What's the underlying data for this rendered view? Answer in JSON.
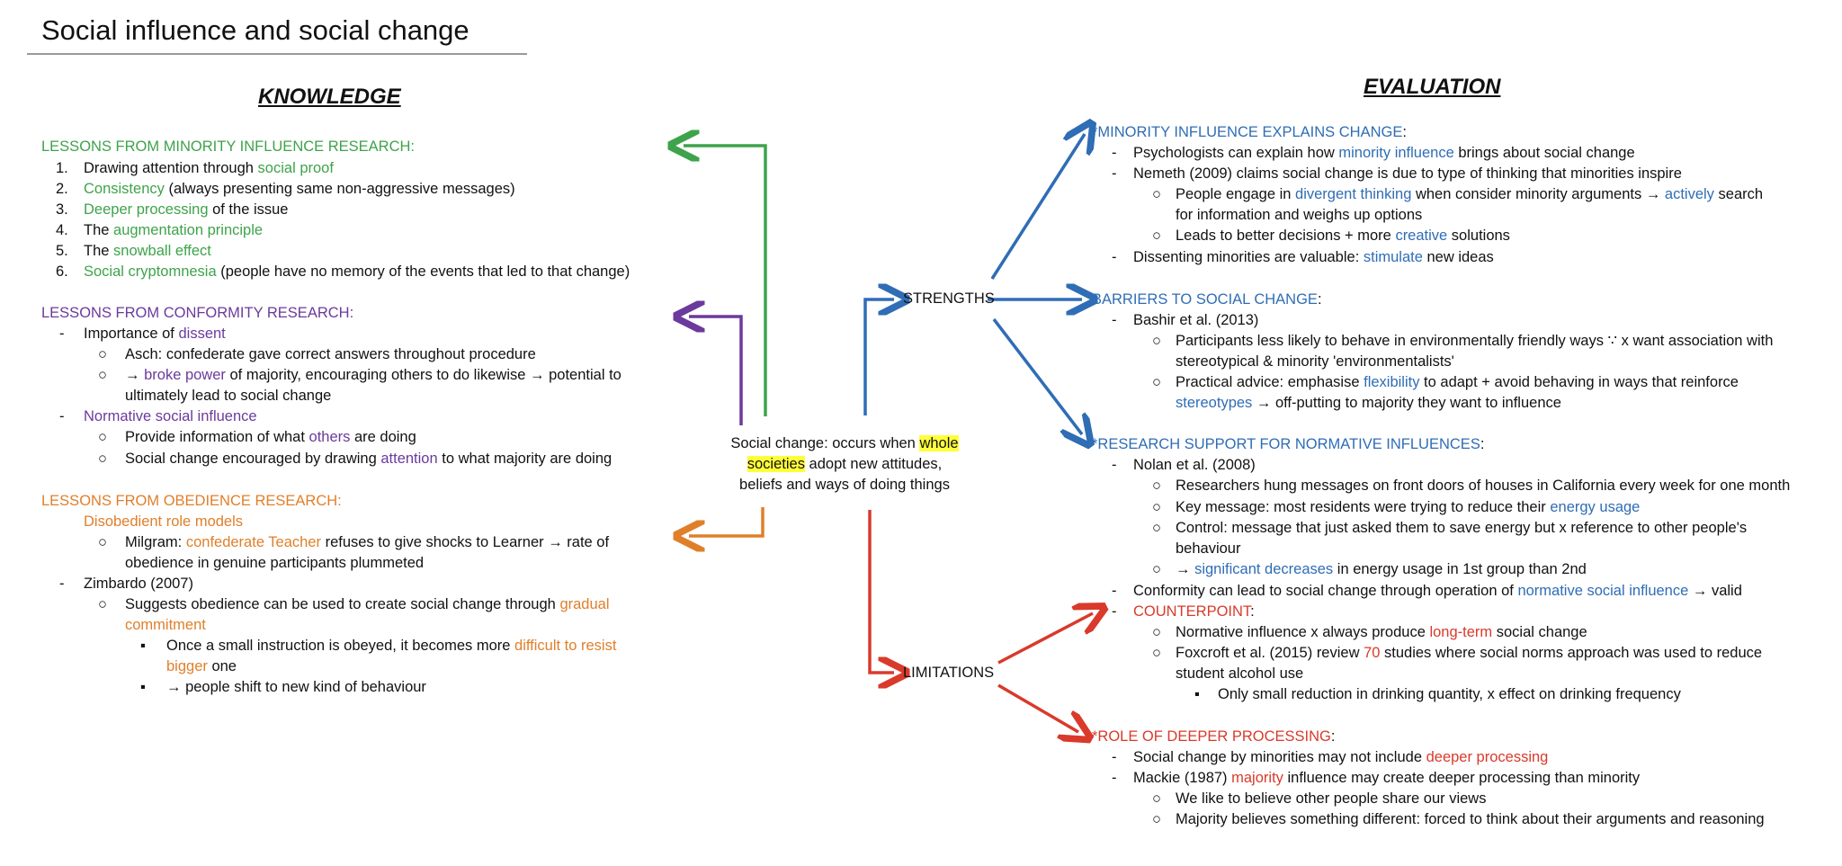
{
  "title": "Social influence and social change",
  "knowledge": {
    "heading": "KNOWLEDGE",
    "minority": {
      "heading": "LESSONS FROM MINORITY INFLUENCE RESEARCH:",
      "items": [
        {
          "n": "1.",
          "a": "Drawing attention through ",
          "k": "social proof",
          "c": ""
        },
        {
          "n": "2.",
          "a": "",
          "k": "Consistency",
          "c": " (always presenting same non-aggressive messages)"
        },
        {
          "n": "3.",
          "a": "",
          "k": "Deeper processing",
          "c": " of the issue"
        },
        {
          "n": "4.",
          "a": "The ",
          "k": "augmentation principle",
          "c": ""
        },
        {
          "n": "5.",
          "a": "The ",
          "k": "snowball effect",
          "c": ""
        },
        {
          "n": "6.",
          "a": "",
          "k": "Social cryptomnesia",
          "c": " (people have no memory of the events that led to that change)"
        }
      ]
    },
    "conformity": {
      "heading": "LESSONS FROM CONFORMITY RESEARCH:",
      "dissent_a": "Importance of ",
      "dissent_k": "dissent",
      "asch": "Asch: confederate gave correct answers throughout procedure",
      "broke_a": "→ ",
      "broke_k": "broke power",
      "broke_c": " of majority, encouraging others to do likewise → potential to",
      "broke_c2": "ultimately lead to social change",
      "nsi": "Normative social influence",
      "provide_a": "Provide information of what ",
      "provide_k": "others",
      "provide_c": " are doing",
      "encouraged_a": "Social change encouraged by drawing ",
      "encouraged_k": "attention",
      "encouraged_c": " to what majority are doing"
    },
    "obedience": {
      "heading": "LESSONS FROM OBEDIENCE RESEARCH:",
      "role": "Disobedient role models",
      "milgram_a": "Milgram: ",
      "milgram_k": "confederate Teacher",
      "milgram_c": " refuses to give shocks to Learner → rate of",
      "milgram_c2": "obedience in genuine participants plummeted",
      "zimbardo": "Zimbardo (2007)",
      "suggests_a": "Suggests obedience can be used to create social change through ",
      "suggests_k": "gradual",
      "suggests_k2": "commitment",
      "once_a": "Once a small instruction is obeyed, it becomes more ",
      "once_k": "difficult to resist",
      "once_k2": "bigger",
      "once_c2": " one",
      "shift": "→ people shift to new kind of behaviour"
    }
  },
  "center": {
    "a": "Social change: occurs when ",
    "h1": "whole",
    "h2": "societies",
    "b": " adopt new attitudes,",
    "c": "beliefs and ways of doing things"
  },
  "strengths_label": "STRENGTHS",
  "limitations_label": "LIMITATIONS",
  "evaluation": {
    "heading": "EVALUATION",
    "minority": {
      "heading": "*MINORITY INFLUENCE EXPLAINS CHANGE",
      "colon": ":",
      "l1_a": "Psychologists can explain how ",
      "l1_k": "minority influence",
      "l1_c": " brings about social change",
      "l2": "Nemeth (2009) claims social change is due to type of thinking that minorities inspire",
      "l3_a": "People engage in ",
      "l3_k": "divergent thinking",
      "l3_c": " when consider minority arguments → ",
      "l3_k2": "actively",
      "l3_d": " search",
      "l3_e": "for information and weighs up options",
      "l4_a": "Leads to better decisions + more ",
      "l4_k": "creative",
      "l4_c": " solutions",
      "l5_a": "Dissenting minorities are valuable: ",
      "l5_k": "stimulate",
      "l5_c": " new ideas"
    },
    "barriers": {
      "heading": "BARRIERS TO SOCIAL CHANGE",
      "colon": ":",
      "bashir": "Bashir et al. (2013)",
      "p1": "Participants less likely to behave in environmentally friendly ways ∵ x want association with",
      "p1b": "stereotypical & minority 'environmentalists'",
      "p2_a": "Practical advice: emphasise ",
      "p2_k": "flexibility",
      "p2_c": " to adapt + avoid behaving in ways that reinforce",
      "p2_k2": "stereotypes",
      "p2_d": " → off-putting to majority they want to influence"
    },
    "research": {
      "heading": "*RESEARCH SUPPORT FOR NORMATIVE INFLUENCES",
      "colon": ":",
      "nolan": "Nolan et al. (2008)",
      "r1": "Researchers hung messages on front doors of houses in California every week for one month",
      "r2_a": "Key message: most residents were trying to reduce their ",
      "r2_k": "energy usage",
      "r3": "Control: message that just asked them to save energy but x reference to other people's",
      "r3b": "behaviour",
      "r4_a": "→ ",
      "r4_k": "significant decreases",
      "r4_c": " in energy usage in 1st group than 2nd",
      "conf_a": "Conformity can lead to social change through operation of ",
      "conf_k": "normative social influence",
      "conf_c": " → valid",
      "counter": "COUNTERPOINT",
      "counter_colon": ":",
      "c1_a": "Normative influence x always produce ",
      "c1_k": "long-term",
      "c1_c": " social change",
      "c2_a": "Foxcroft et al. (2015) review ",
      "c2_k": "70",
      "c2_c": " studies where social norms approach was used to reduce",
      "c2_d": "student alcohol use",
      "c3": "Only small reduction in drinking quantity, x effect on drinking frequency"
    },
    "deeper": {
      "heading": "*ROLE OF DEEPER PROCESSING",
      "colon": ":",
      "d1_a": "Social change by minorities may not include ",
      "d1_k": "deeper processing",
      "d2_a": "Mackie (1987) ",
      "d2_k": "majority",
      "d2_c": " influence may create deeper processing than minority",
      "d3": "We like to believe other people share our views",
      "d4": "Majority believes something different: forced to think about their arguments and reasoning"
    }
  },
  "bullets": {
    "dash": "-",
    "circle": "○",
    "square": "▪"
  },
  "colors": {
    "green": "#3ea34a",
    "purple": "#6b3a9c",
    "orange": "#e07f2a",
    "blue": "#2f6db5",
    "red": "#d93a2b",
    "highlight": "#ffff3a"
  }
}
